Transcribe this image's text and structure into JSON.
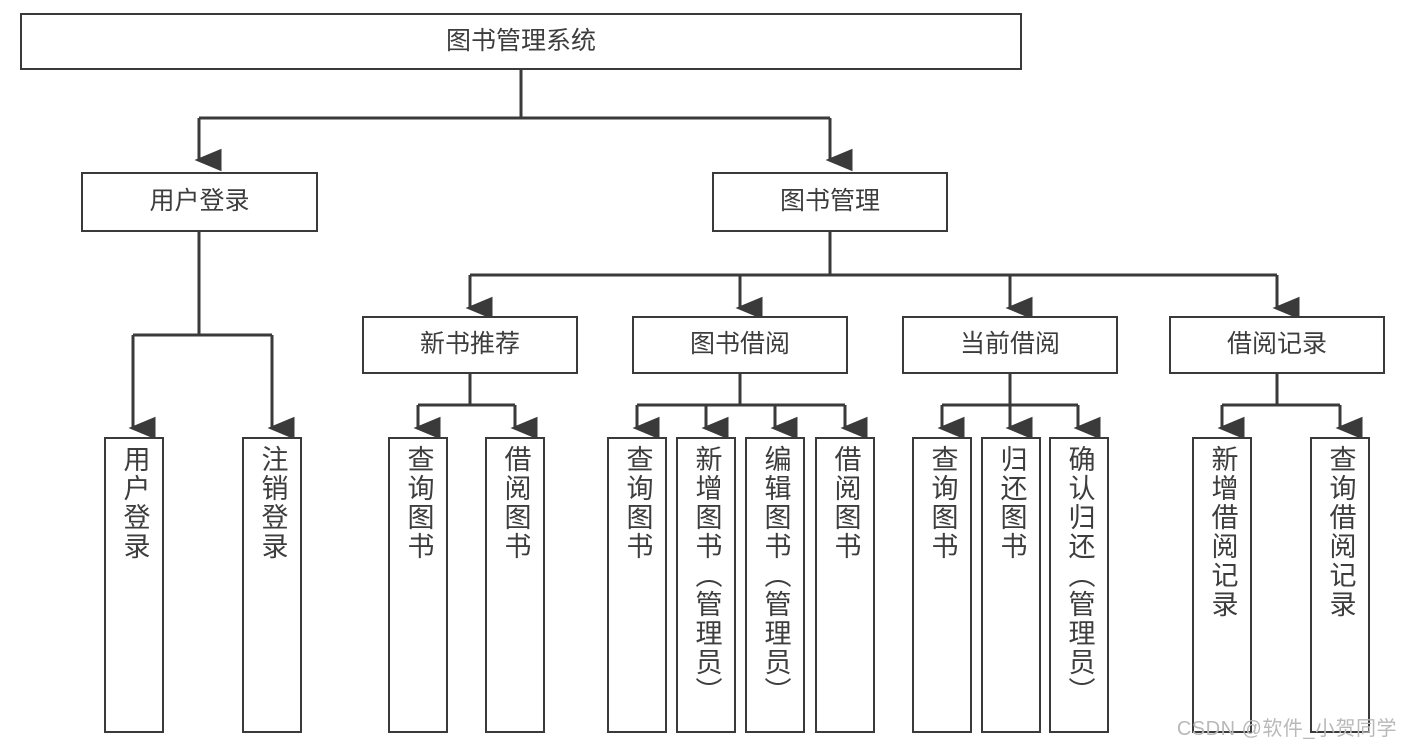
{
  "diagram": {
    "title": "图书管理系统",
    "watermark": "CSDN @软件_小贺同学",
    "stroke_color": "#3a3a3a",
    "text_color": "#3d3d3d",
    "background_color": "#ffffff",
    "root": {
      "label": "图书管理系统"
    },
    "level2": [
      {
        "label": "用户登录"
      },
      {
        "label": "图书管理"
      }
    ],
    "level3": [
      {
        "label": "新书推荐"
      },
      {
        "label": "图书借阅"
      },
      {
        "label": "当前借阅"
      },
      {
        "label": "借阅记录"
      }
    ],
    "leaves": {
      "user_login": [
        {
          "label": "用户登录"
        },
        {
          "label": "注销登录"
        }
      ],
      "new_book_recommend": [
        {
          "label": "查询图书"
        },
        {
          "label": "借阅图书"
        }
      ],
      "book_borrow": [
        {
          "label": "查询图书"
        },
        {
          "label": "新增图书（管理员）"
        },
        {
          "label": "编辑图书（管理员）"
        },
        {
          "label": "借阅图书"
        }
      ],
      "current_borrow": [
        {
          "label": "查询图书"
        },
        {
          "label": "归还图书"
        },
        {
          "label": "确认归还（管理员）"
        }
      ],
      "borrow_record": [
        {
          "label": "新增借阅记录"
        },
        {
          "label": "查询借阅记录"
        }
      ]
    }
  }
}
